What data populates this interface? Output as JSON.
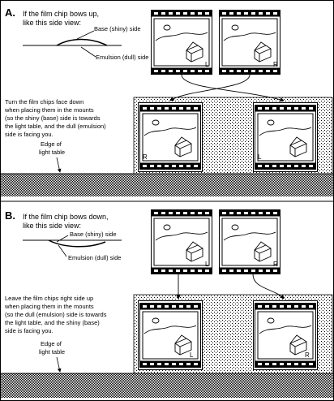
{
  "colors": {
    "ink": "#000000",
    "paper": "#ffffff",
    "table_stipple": "#000000"
  },
  "sections": [
    {
      "letter": "A.",
      "heading": [
        "If the film chip bows up,",
        "like this side view:"
      ],
      "base_label": "Base (shiny) side",
      "emulsion_label": "Emulsion (dull) side",
      "instruction": [
        "Turn the film chips face down",
        "when placing them in the mounts",
        "(so the shiny (base) side is towards",
        "the light table, and the dull (emulsion)",
        "side is facing you."
      ],
      "edge_label": [
        "Edge of",
        "light table"
      ],
      "chip_marks_top": [
        "L",
        "R"
      ],
      "chip_marks_mounted": [
        "R",
        "L"
      ]
    },
    {
      "letter": "B.",
      "heading": [
        "If the film chip bows down,",
        "like this side view:"
      ],
      "base_label": "Base (shiny) side",
      "emulsion_label": "Emulsion (dull) side",
      "instruction": [
        "Leave the film chips right side up",
        "when placing them in the mounts",
        "(so the dull (emulsion) side is towards",
        "the light table, and the shiny (base)",
        "side is facing you."
      ],
      "edge_label": [
        "Edge of",
        "light table"
      ],
      "chip_marks_top": [
        "L",
        "R"
      ],
      "chip_marks_mounted": [
        "L",
        "R"
      ]
    }
  ]
}
